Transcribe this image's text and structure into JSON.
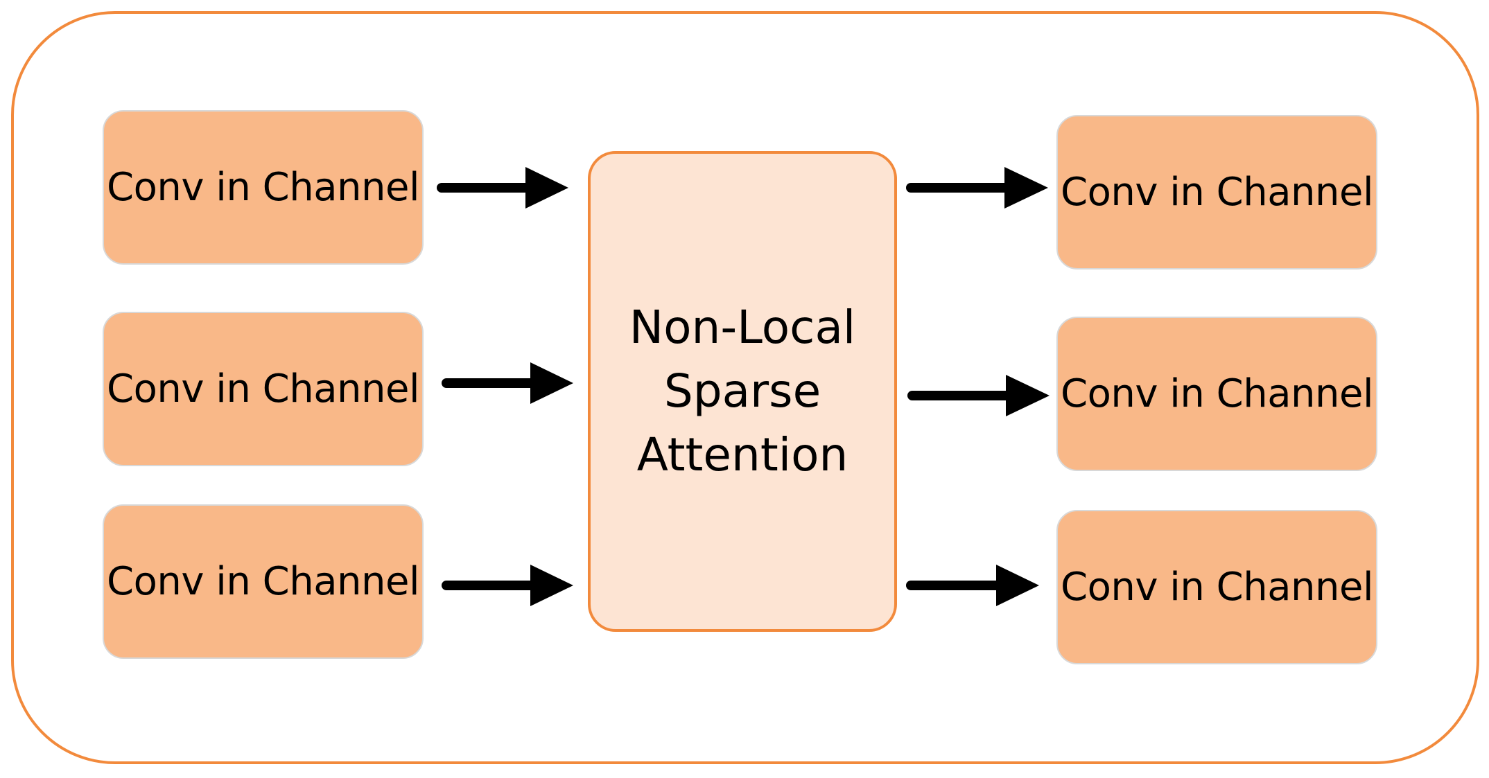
{
  "diagram": {
    "inputs": [
      {
        "label": "Conv in Channel"
      },
      {
        "label": "Conv in Channel"
      },
      {
        "label": "Conv in Channel"
      }
    ],
    "center": {
      "lines": [
        "Non-Local",
        "Sparse",
        "Attention"
      ]
    },
    "outputs": [
      {
        "label": "Conv in Channel"
      },
      {
        "label": "Conv in Channel"
      },
      {
        "label": "Conv in Channel"
      }
    ],
    "colors": {
      "frame_border": "#f28a3c",
      "conv_fill": "#f9b888",
      "conv_border": "#d8d8d8",
      "attention_fill": "#fde4d3",
      "attention_border": "#f28a3c",
      "arrow": "#000000"
    }
  }
}
